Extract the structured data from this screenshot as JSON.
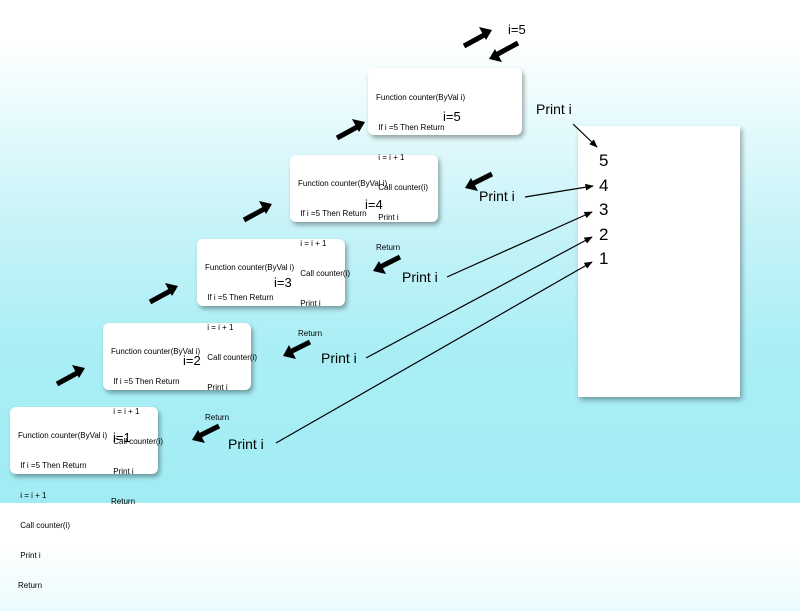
{
  "code_lines": [
    "Function counter(ByVal i)",
    " If i =5 Then Return",
    " i = i + 1",
    " Call counter(i)",
    " Print i",
    "Return"
  ],
  "frames": [
    {
      "i_label": "i=1"
    },
    {
      "i_label": "i=2"
    },
    {
      "i_label": "i=3"
    },
    {
      "i_label": "i=4"
    },
    {
      "i_label": "i=5"
    }
  ],
  "top_label": "i=5",
  "print_labels": [
    "Print i",
    "Print i",
    "Print i",
    "Print i",
    "Print i"
  ],
  "output_values": [
    "5",
    "4",
    "3",
    "2",
    "1"
  ],
  "colors": {
    "background_top": "#ffffff",
    "background_bottom": "#a1ecf4",
    "arrow": "#000000",
    "panel": "#ffffff"
  }
}
